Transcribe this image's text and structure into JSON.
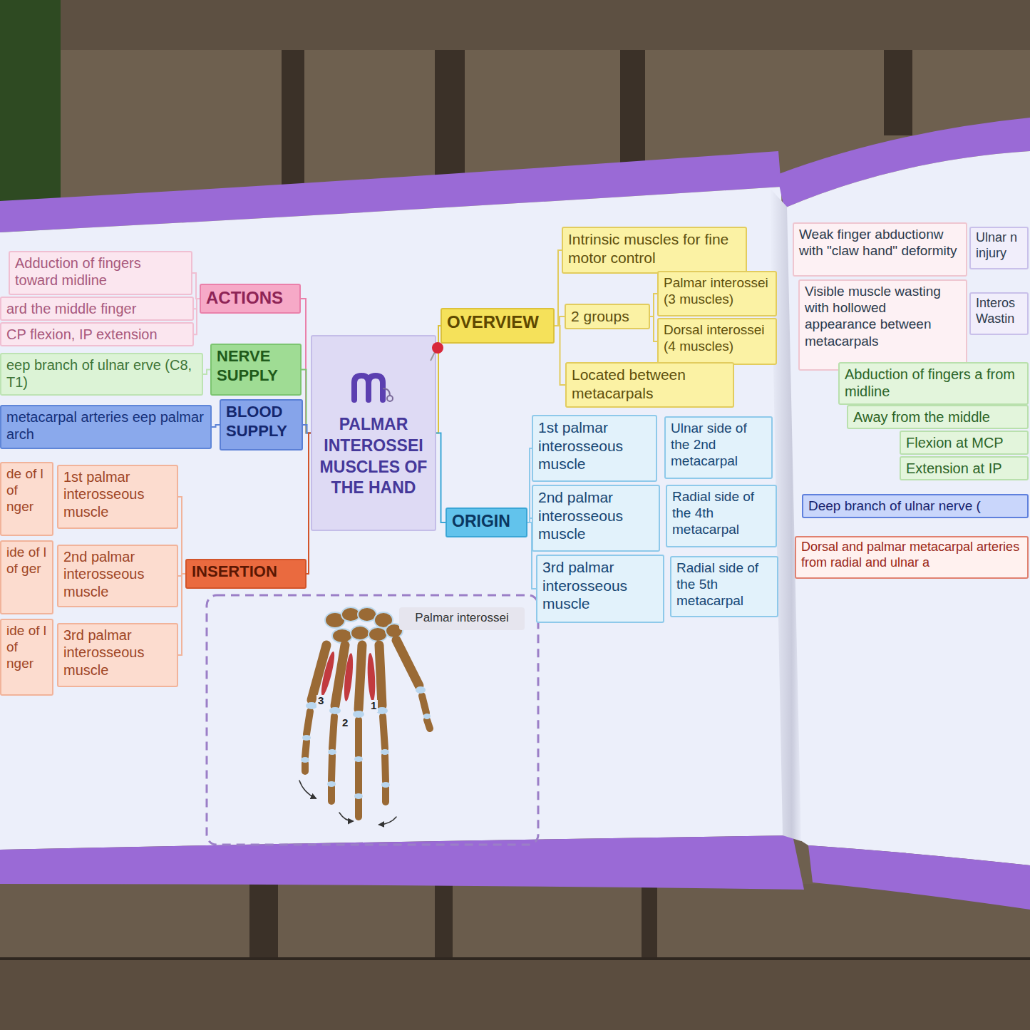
{
  "diagram": {
    "nodes": [
      {
        "text": [
          "PALMAR INTEROSSEI MUSCLES OF THE HAND"
        ]
      },
      {
        "text": [
          "Adduction of fingers toward midline"
        ]
      },
      {
        "text": [
          "ard the middle finger"
        ]
      },
      {
        "text": [
          "CP flexion, IP extension"
        ]
      },
      {
        "text": [
          "ACTIONS"
        ]
      },
      {
        "text": [
          "eep branch of ulnar erve (C8, T1)"
        ]
      },
      {
        "text": [
          "NERVE SUPPLY"
        ]
      },
      {
        "text": [
          "metacarpal arteries eep palmar arch"
        ]
      },
      {
        "text": [
          "BLOOD SUPPLY"
        ]
      },
      {
        "text": [
          "de of l of nger"
        ]
      },
      {
        "text": [
          "1st palmar interosseous muscle"
        ]
      },
      {
        "text": [
          "ide of l of ger"
        ]
      },
      {
        "text": [
          "2nd palmar interosseous muscle"
        ]
      },
      {
        "text": [
          "ide of l of nger"
        ]
      },
      {
        "text": [
          "3rd palmar interosseous muscle"
        ]
      },
      {
        "text": [
          "INSERTION"
        ]
      },
      {
        "text": [
          "Palmar interossei"
        ]
      },
      {
        "text": [
          "OVERVIEW"
        ]
      },
      {
        "text": [
          "Intrinsic muscles for fine motor control"
        ]
      },
      {
        "text": [
          "2 groups"
        ]
      },
      {
        "text": [
          "Palmar interossei (3 muscles)"
        ]
      },
      {
        "text": [
          "Dorsal interossei (4 muscles)"
        ]
      },
      {
        "text": [
          "Located between metacarpals"
        ]
      },
      {
        "text": [
          "ORIGIN"
        ]
      },
      {
        "text": [
          "1st palmar interosseous muscle"
        ]
      },
      {
        "text": [
          "Ulnar side of the 2nd metacarpal"
        ]
      },
      {
        "text": [
          "2nd palmar interosseous muscle"
        ]
      },
      {
        "text": [
          "Radial side of the 4th metacarpal"
        ]
      },
      {
        "text": [
          "3rd palmar interosseous muscle"
        ]
      },
      {
        "text": [
          "Radial side of the 5th metacarpal"
        ]
      },
      {
        "text": [
          "Weak finger abductionw with \"claw hand\" deformity"
        ]
      },
      {
        "text": [
          "Ulnar n injury"
        ]
      },
      {
        "text": [
          "Visible muscle wasting with hollowed appearance between metacarpals"
        ]
      },
      {
        "text": [
          "Interos Wastin"
        ]
      },
      {
        "text": [
          "Abduction of fingers a from midline"
        ]
      },
      {
        "text": [
          "Away from the middle"
        ]
      },
      {
        "text": [
          "Flexion at MCP"
        ]
      },
      {
        "text": [
          "Extension at IP"
        ]
      },
      {
        "text": [
          "Deep branch of ulnar nerve ("
        ]
      },
      {
        "text": [
          "Dorsal and palmar metacarpal arteries from radial and ulnar a"
        ]
      }
    ],
    "edges": [
      {
        "from": 0,
        "to": 4,
        "arrow": "none"
      },
      {
        "from": 4,
        "to": 1,
        "arrow": "none"
      },
      {
        "from": 4,
        "to": 2,
        "arrow": "none"
      },
      {
        "from": 4,
        "to": 3,
        "arrow": "none"
      },
      {
        "from": 0,
        "to": 6,
        "arrow": "none"
      },
      {
        "from": 6,
        "to": 5,
        "arrow": "none"
      },
      {
        "from": 0,
        "to": 8,
        "arrow": "none"
      },
      {
        "from": 8,
        "to": 7,
        "arrow": "none"
      },
      {
        "from": 0,
        "to": 15,
        "arrow": "none"
      },
      {
        "from": 15,
        "to": 10,
        "arrow": "none"
      },
      {
        "from": 15,
        "to": 12,
        "arrow": "none"
      },
      {
        "from": 15,
        "to": 14,
        "arrow": "none"
      },
      {
        "from": 0,
        "to": 17,
        "arrow": "none"
      },
      {
        "from": 17,
        "to": 18,
        "arrow": "none"
      },
      {
        "from": 17,
        "to": 19,
        "arrow": "none"
      },
      {
        "from": 17,
        "to": 22,
        "arrow": "none"
      },
      {
        "from": 19,
        "to": 20,
        "arrow": "none"
      },
      {
        "from": 19,
        "to": 21,
        "arrow": "none"
      },
      {
        "from": 0,
        "to": 23,
        "arrow": "none"
      },
      {
        "from": 23,
        "to": 24,
        "arrow": "none"
      },
      {
        "from": 23,
        "to": 26,
        "arrow": "none"
      },
      {
        "from": 23,
        "to": 28,
        "arrow": "none"
      }
    ],
    "labels": [
      "3",
      "2",
      "1"
    ]
  }
}
